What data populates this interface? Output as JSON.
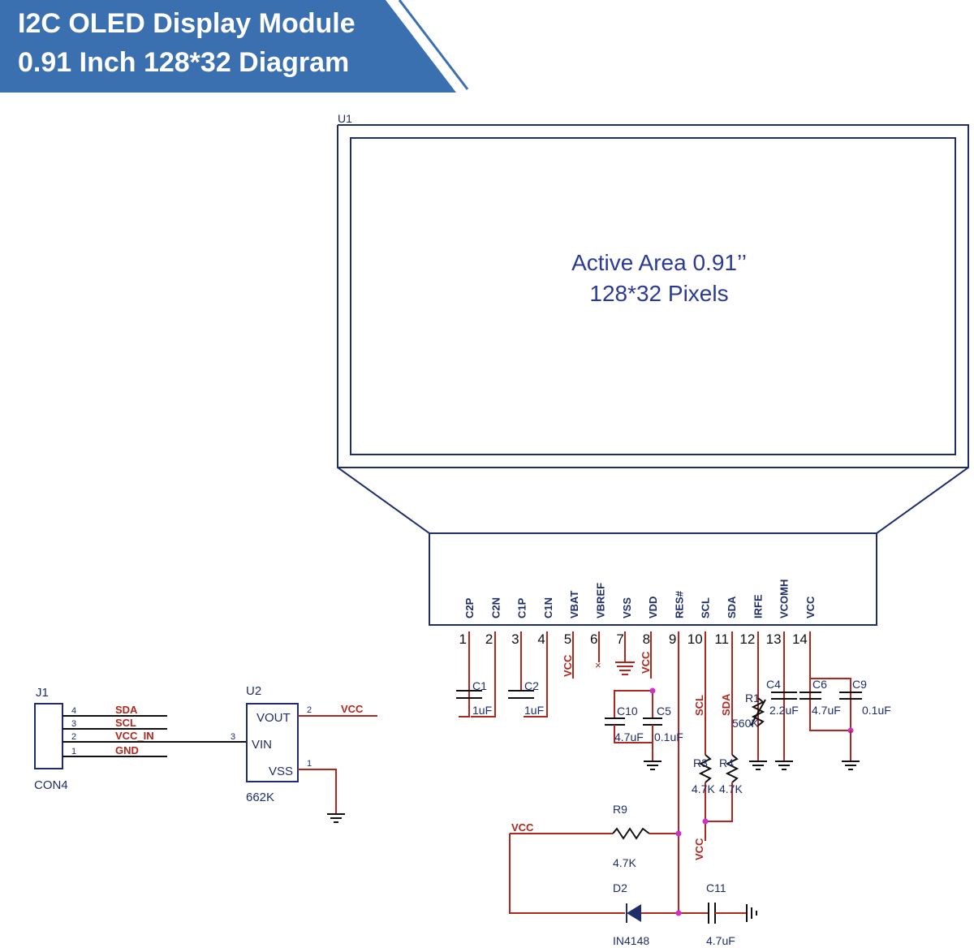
{
  "banner": {
    "line1": "I2C OLED Display Module",
    "line2": "0.91 Inch 128*32 Diagram",
    "bg_color": "#3a6fb0"
  },
  "u1": {
    "ref": "U1",
    "active_line1": "Active Area 0.91’’",
    "active_line2": "128*32 Pixels",
    "pins": [
      {
        "num": "1",
        "name": "C2P"
      },
      {
        "num": "2",
        "name": "C2N"
      },
      {
        "num": "3",
        "name": "C1P"
      },
      {
        "num": "4",
        "name": "C1N"
      },
      {
        "num": "5",
        "name": "VBAT"
      },
      {
        "num": "6",
        "name": "VBREF"
      },
      {
        "num": "7",
        "name": "VSS"
      },
      {
        "num": "8",
        "name": "VDD"
      },
      {
        "num": "9",
        "name": "RES#"
      },
      {
        "num": "10",
        "name": "SCL"
      },
      {
        "num": "11",
        "name": "SDA"
      },
      {
        "num": "12",
        "name": "IRFE"
      },
      {
        "num": "13",
        "name": "VCOMH"
      },
      {
        "num": "14",
        "name": "VCC"
      }
    ]
  },
  "j1": {
    "ref": "J1",
    "part": "CON4",
    "pins": [
      {
        "num": "4",
        "net": "SDA"
      },
      {
        "num": "3",
        "net": "SCL"
      },
      {
        "num": "2",
        "net": "VCC_IN"
      },
      {
        "num": "1",
        "net": "GND"
      }
    ]
  },
  "u2": {
    "ref": "U2",
    "part": "662K",
    "vout": "VOUT",
    "vin": "VIN",
    "vss": "VSS",
    "vout_pin": "2",
    "vin_pin": "3",
    "vss_pin": "1",
    "out_net": "VCC"
  },
  "nets": {
    "vcc": "VCC",
    "scl": "SCL",
    "sda": "SDA"
  },
  "parts": {
    "c1": {
      "ref": "C1",
      "value": "1uF"
    },
    "c2": {
      "ref": "C2",
      "value": "1uF"
    },
    "c10": {
      "ref": "C10",
      "value": "4.7uF"
    },
    "c5": {
      "ref": "C5",
      "value": "0.1uF"
    },
    "r1": {
      "ref": "R1",
      "value": "560K"
    },
    "c4": {
      "ref": "C4",
      "value": "2.2uF"
    },
    "c6": {
      "ref": "C6",
      "value": "4.7uF"
    },
    "c9": {
      "ref": "C9",
      "value": "0.1uF"
    },
    "r3": {
      "ref": "R3",
      "value": "4.7K"
    },
    "r4": {
      "ref": "R4",
      "value": "4.7K"
    },
    "r9": {
      "ref": "R9",
      "value": "4.7K"
    },
    "d2": {
      "ref": "D2",
      "value": "IN4148"
    },
    "c11": {
      "ref": "C11",
      "value": "4.7uF"
    }
  }
}
